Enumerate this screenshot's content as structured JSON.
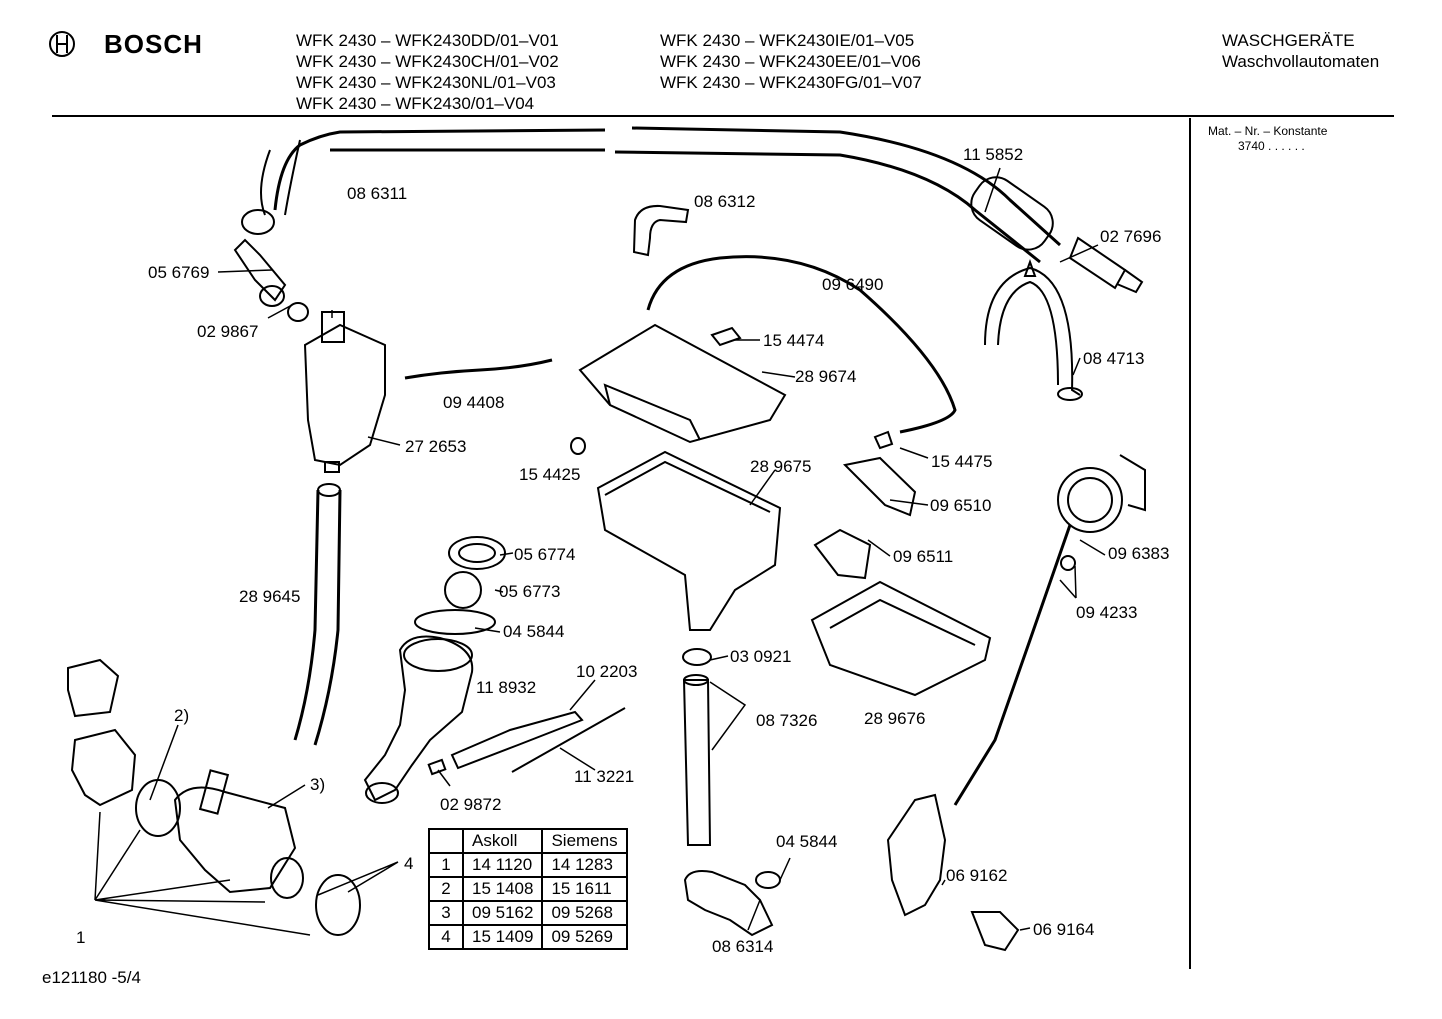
{
  "brand": {
    "name": "BOSCH"
  },
  "header": {
    "models_col1": [
      "WFK 2430 – WFK2430DD/01–V01",
      "WFK 2430 – WFK2430CH/01–V02",
      "WFK 2430 – WFK2430NL/01–V03",
      "WFK 2430 – WFK2430/01–V04"
    ],
    "models_col2": [
      "WFK 2430 – WFK2430IE/01–V05",
      "WFK 2430 – WFK2430EE/01–V06",
      "WFK 2430 – WFK2430FG/01–V07"
    ],
    "category": "WASCHGERÄTE",
    "subcategory": "Waschvollautomaten"
  },
  "side_panel": {
    "line1": "Mat. – Nr. – Konstante",
    "line2": "3740  .  .  .  .  .  ."
  },
  "part_labels": [
    "08 6311",
    "11 5852",
    "08 6312",
    "02 7696",
    "05 6769",
    "09 6490",
    "02 9867",
    "15 4474",
    "08 4713",
    "28 9674",
    "09 4408",
    "27 2653",
    "15 4475",
    "15 4425",
    "28 9675",
    "09 6510",
    "09 6383",
    "05 6774",
    "09 6511",
    "05 6773",
    "28 9645",
    "09 4233",
    "04 5844",
    "10 2203",
    "03 0921",
    "11 8932",
    "08 7326",
    "28 9676",
    "2)",
    "3)",
    "11 3221",
    "02 9872",
    "4",
    "04 5844",
    "06 9162",
    "1",
    "08 6314",
    "06 9164"
  ],
  "parts_table": {
    "headers": [
      "",
      "Askoll",
      "Siemens"
    ],
    "rows": [
      [
        "1",
        "14 1120",
        "14 1283"
      ],
      [
        "2",
        "15 1408",
        "15 1611"
      ],
      [
        "3",
        "09 5162",
        "09 5268"
      ],
      [
        "4",
        "15 1409",
        "09 5269"
      ]
    ]
  },
  "footer": {
    "code": "e121180 -5/4"
  }
}
